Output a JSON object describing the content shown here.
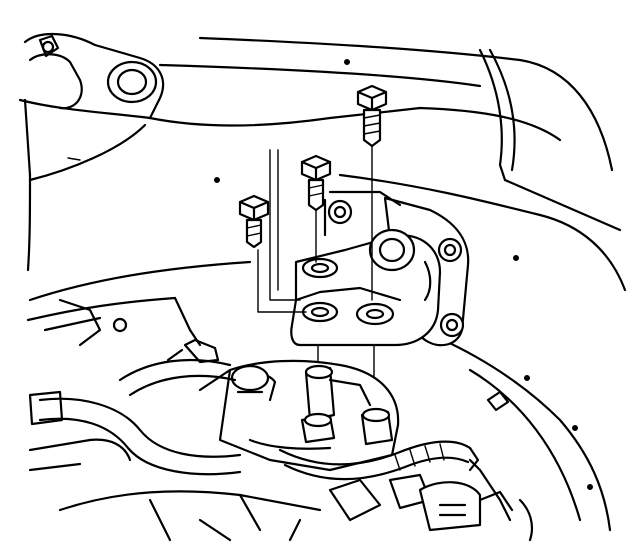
{
  "diagram": {
    "colors": {
      "ink": "#000000",
      "paper": "#ffffff"
    },
    "parts": [
      "transmission-mount-bracket",
      "mount-bolt-center-long",
      "mount-bolt-left",
      "mount-bolt-rear",
      "transmission-housing",
      "body-frame-rail",
      "wheelhouse-panel",
      "wiring-harness",
      "coolant-hose"
    ]
  }
}
